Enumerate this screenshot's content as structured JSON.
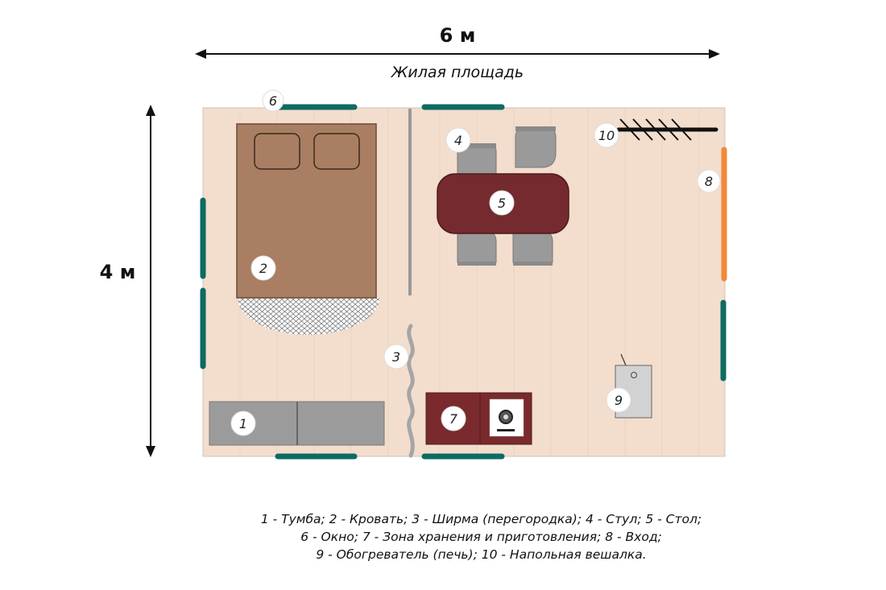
{
  "dimensions": {
    "width_label": "6 м",
    "height_label": "4 м"
  },
  "subtitle": "Жилая площадь",
  "markers": {
    "m1": "1",
    "m2": "2",
    "m3": "3",
    "m4": "4",
    "m5": "5",
    "m6": "6",
    "m7": "7",
    "m8": "8",
    "m9": "9",
    "m10": "10"
  },
  "legend": {
    "line1": "1 - Тумба; 2 - Кровать; 3 - Ширма (перегородка); 4 - Стул; 5 - Стол;",
    "line2": "6 - Окно; 7 - Зона хранения и приготовления; 8 - Вход;",
    "line3": "9 - Обогреватель (печь); 10 - Напольная вешалка."
  },
  "colors": {
    "floor": "#f3ddcd",
    "window": "#0d6b62",
    "door": "#f08a3a",
    "bed": "#a97e63",
    "table": "#742a2e",
    "storage": "#7a2a2c",
    "chair": "#9a9a9a",
    "cabinet": "#9b9b9b",
    "heater": "#d2d2d2"
  }
}
